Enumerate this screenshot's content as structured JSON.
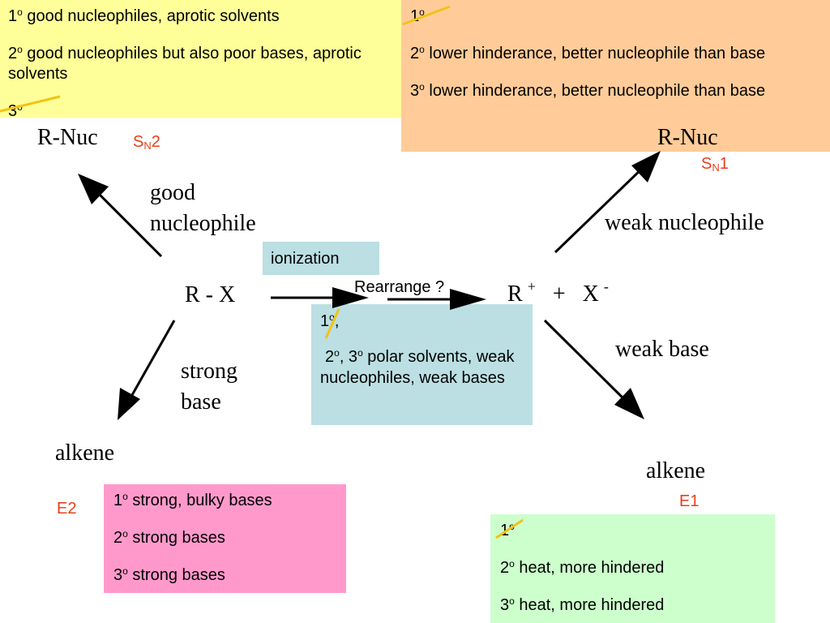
{
  "colors": {
    "sn2_box": "#ffff99",
    "sn1_box": "#ffcc99",
    "ionization_box": "#bbdfe3",
    "e2_box": "#ff99cc",
    "e1_box": "#ccffcc",
    "accent_red": "#e8401c",
    "strike_line": "#f2c314",
    "arrow": "#000000"
  },
  "sn2_conditions": {
    "line1_deg": "1",
    "line1_text": " good nucleophiles, aprotic solvents",
    "line2_deg": "2",
    "line2_text": " good nucleophiles but also poor bases, aprotic solvents",
    "line3_deg": "3"
  },
  "sn1_conditions": {
    "line1_deg": "1",
    "line2_deg": "2",
    "line2_text": " lower hinderance, better nucleophile than base",
    "line3_deg": "3",
    "line3_text": " lower hinderance, better nucleophile than base"
  },
  "ionization_label": "ionization",
  "rearrange_label": "Rearrange ?",
  "carbocation_conditions": {
    "line1_deg": "1",
    "line1_text": ",",
    "line2_deg_a": "2",
    "line2_mid": ", 3",
    "line2_text": " polar solvents, weak nucleophiles, weak bases"
  },
  "e2_conditions": {
    "line1_deg": "1",
    "line1_text": " strong, bulky bases",
    "line2_deg": "2",
    "line2_text": " strong bases",
    "line3_deg": "3",
    "line3_text": " strong bases"
  },
  "e1_conditions": {
    "line1_deg": "1",
    "line2_deg": "2",
    "line2_text": " heat, more hindered",
    "line3_deg": "3",
    "line3_text": " heat, more hindered"
  },
  "deg_mark": "o",
  "labels": {
    "r_nuc_left": "R-Nuc",
    "sn2_s": "S",
    "sn2_n": "N",
    "sn2_2": "2",
    "r_nuc_right": "R-Nuc",
    "sn1_s": "S",
    "sn1_n": "N",
    "sn1_1": "1",
    "good_nucleophile_1": "good",
    "good_nucleophile_2": "nucleophile",
    "weak_nucleophile": "weak nucleophile",
    "r_x": "R - X",
    "r_plus": "R",
    "plus_charge": "+",
    "plus_sign": "+",
    "x_minus": "X",
    "minus_charge": "-",
    "strong_base_1": "strong",
    "strong_base_2": "base",
    "weak_base": "weak base",
    "alkene_left": "alkene",
    "alkene_right": "alkene",
    "e2": "E2",
    "e1": "E1"
  }
}
